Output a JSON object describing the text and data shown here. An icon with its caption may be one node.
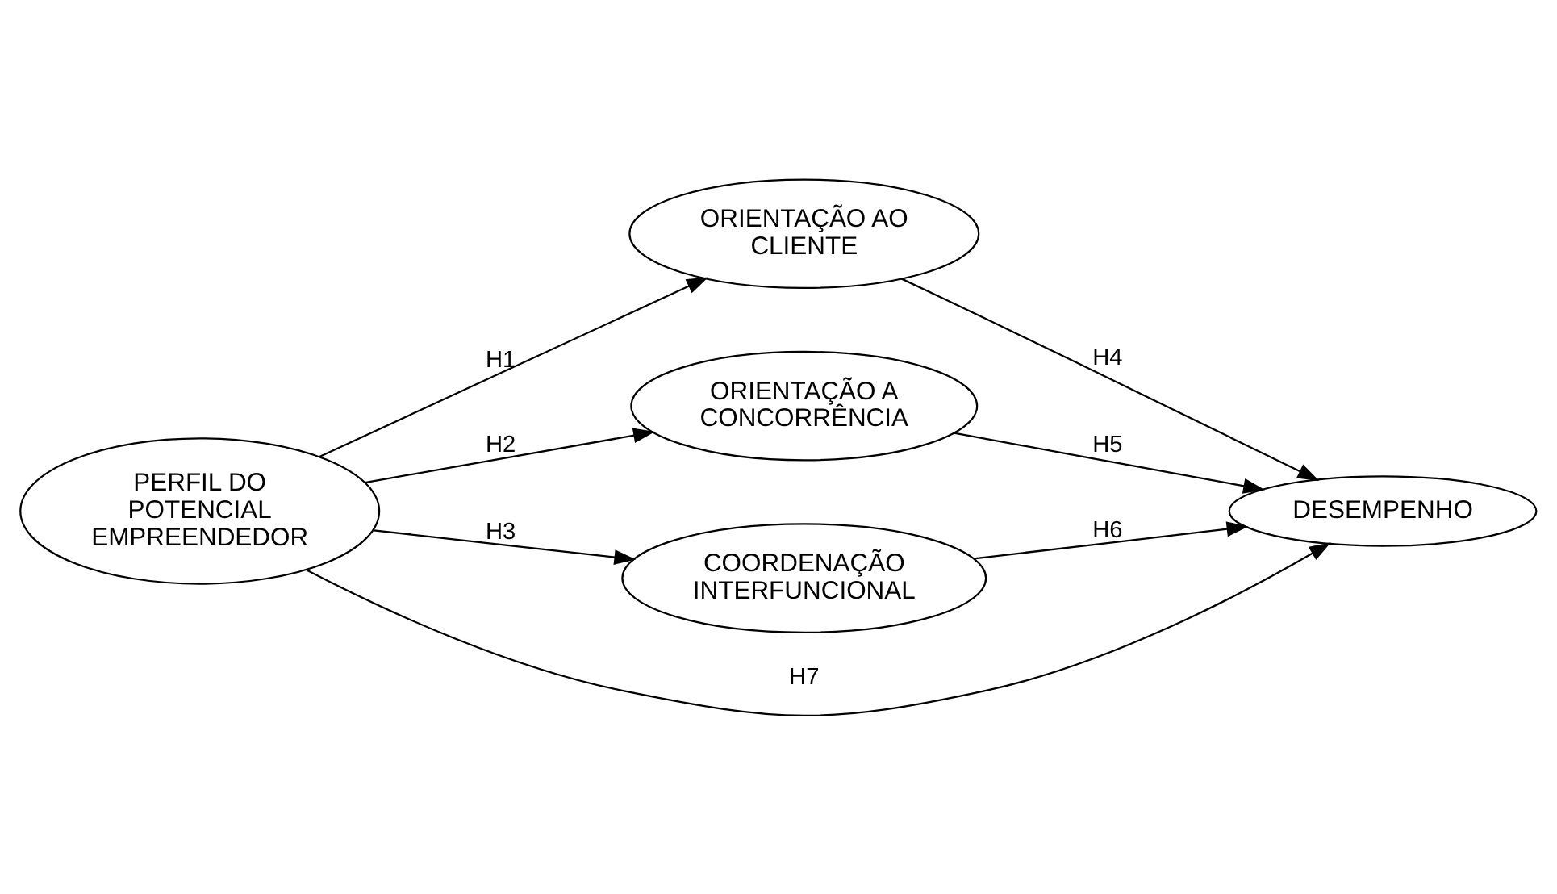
{
  "diagram": {
    "nodes": [
      {
        "text": [
          "PERFIL DO POTENCIAL EMPREENDEDOR"
        ]
      },
      {
        "text": [
          "ORIENTAÇÃO AO CLIENTE"
        ]
      },
      {
        "text": [
          "ORIENTAÇÃO A CONCORRÊNCIA"
        ]
      },
      {
        "text": [
          "COORDENAÇÃO INTERFUNCIONAL"
        ]
      },
      {
        "text": [
          "DESEMPENHO"
        ]
      }
    ],
    "edges": [
      {
        "from": 0,
        "to": 1,
        "arrow": "to",
        "label": "H1"
      },
      {
        "from": 0,
        "to": 2,
        "arrow": "to",
        "label": "H2"
      },
      {
        "from": 0,
        "to": 3,
        "arrow": "to",
        "label": "H3"
      },
      {
        "from": 1,
        "to": 4,
        "arrow": "to",
        "label": "H4"
      },
      {
        "from": 2,
        "to": 4,
        "arrow": "to",
        "label": "H5"
      },
      {
        "from": 3,
        "to": 4,
        "arrow": "to",
        "label": "H6"
      },
      {
        "from": 0,
        "to": 4,
        "arrow": "to",
        "label": "H7"
      }
    ]
  }
}
